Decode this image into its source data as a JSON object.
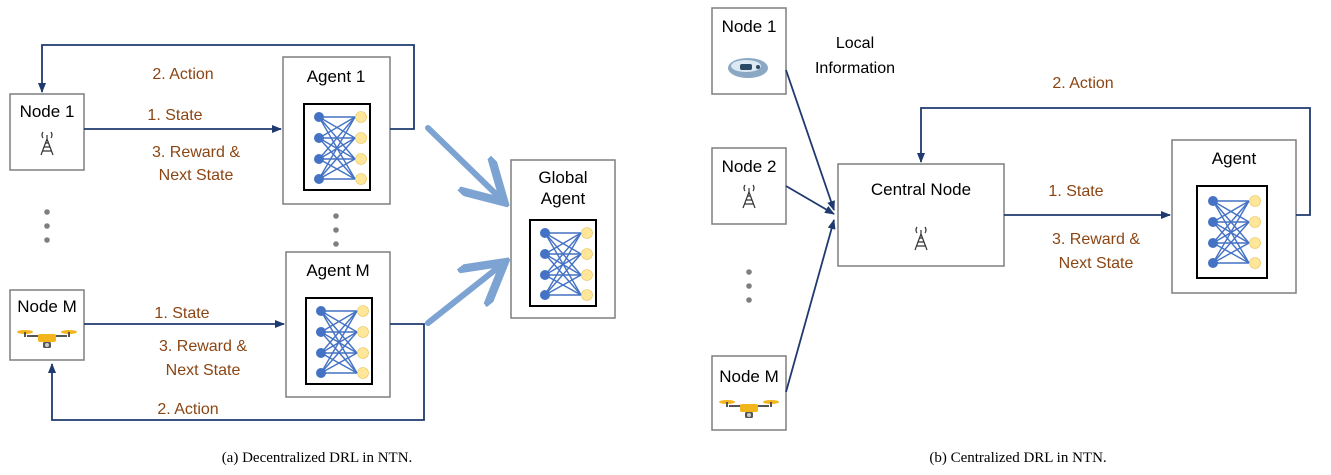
{
  "colors": {
    "arrow": "#1f3a6e",
    "flow_text": "#8b4513",
    "big_arrow": "#7da3d2",
    "neuron_blue": "#4472c4",
    "neuron_yellow": "#ffe699"
  },
  "left": {
    "node_1": "Node 1",
    "node_m": "Node M",
    "agent_1": "Agent 1",
    "agent_m": "Agent M",
    "global_agent_line1": "Global",
    "global_agent_line2": "Agent",
    "top": {
      "action": "2. Action",
      "state": "1. State",
      "reward_line1": "3. Reward &",
      "reward_line2": "Next State"
    },
    "bottom": {
      "state": "1. State",
      "reward_line1": "3. Reward &",
      "reward_line2": "Next State",
      "action": "2. Action"
    },
    "caption": "(a) Decentralized DRL in NTN."
  },
  "right": {
    "node_1": "Node 1",
    "node_2": "Node 2",
    "node_m": "Node M",
    "local_info_line1": "Local",
    "local_info_line2": "Information",
    "central_node": "Central Node",
    "agent": "Agent",
    "action": "2. Action",
    "state": "1. State",
    "reward_line1": "3. Reward &",
    "reward_line2": "Next State",
    "caption": "(b) Centralized DRL in NTN."
  },
  "icons": {
    "tower": "cell-tower-icon",
    "drone": "drone-icon",
    "satellite": "satellite-icon",
    "network": "neural-network-icon"
  }
}
